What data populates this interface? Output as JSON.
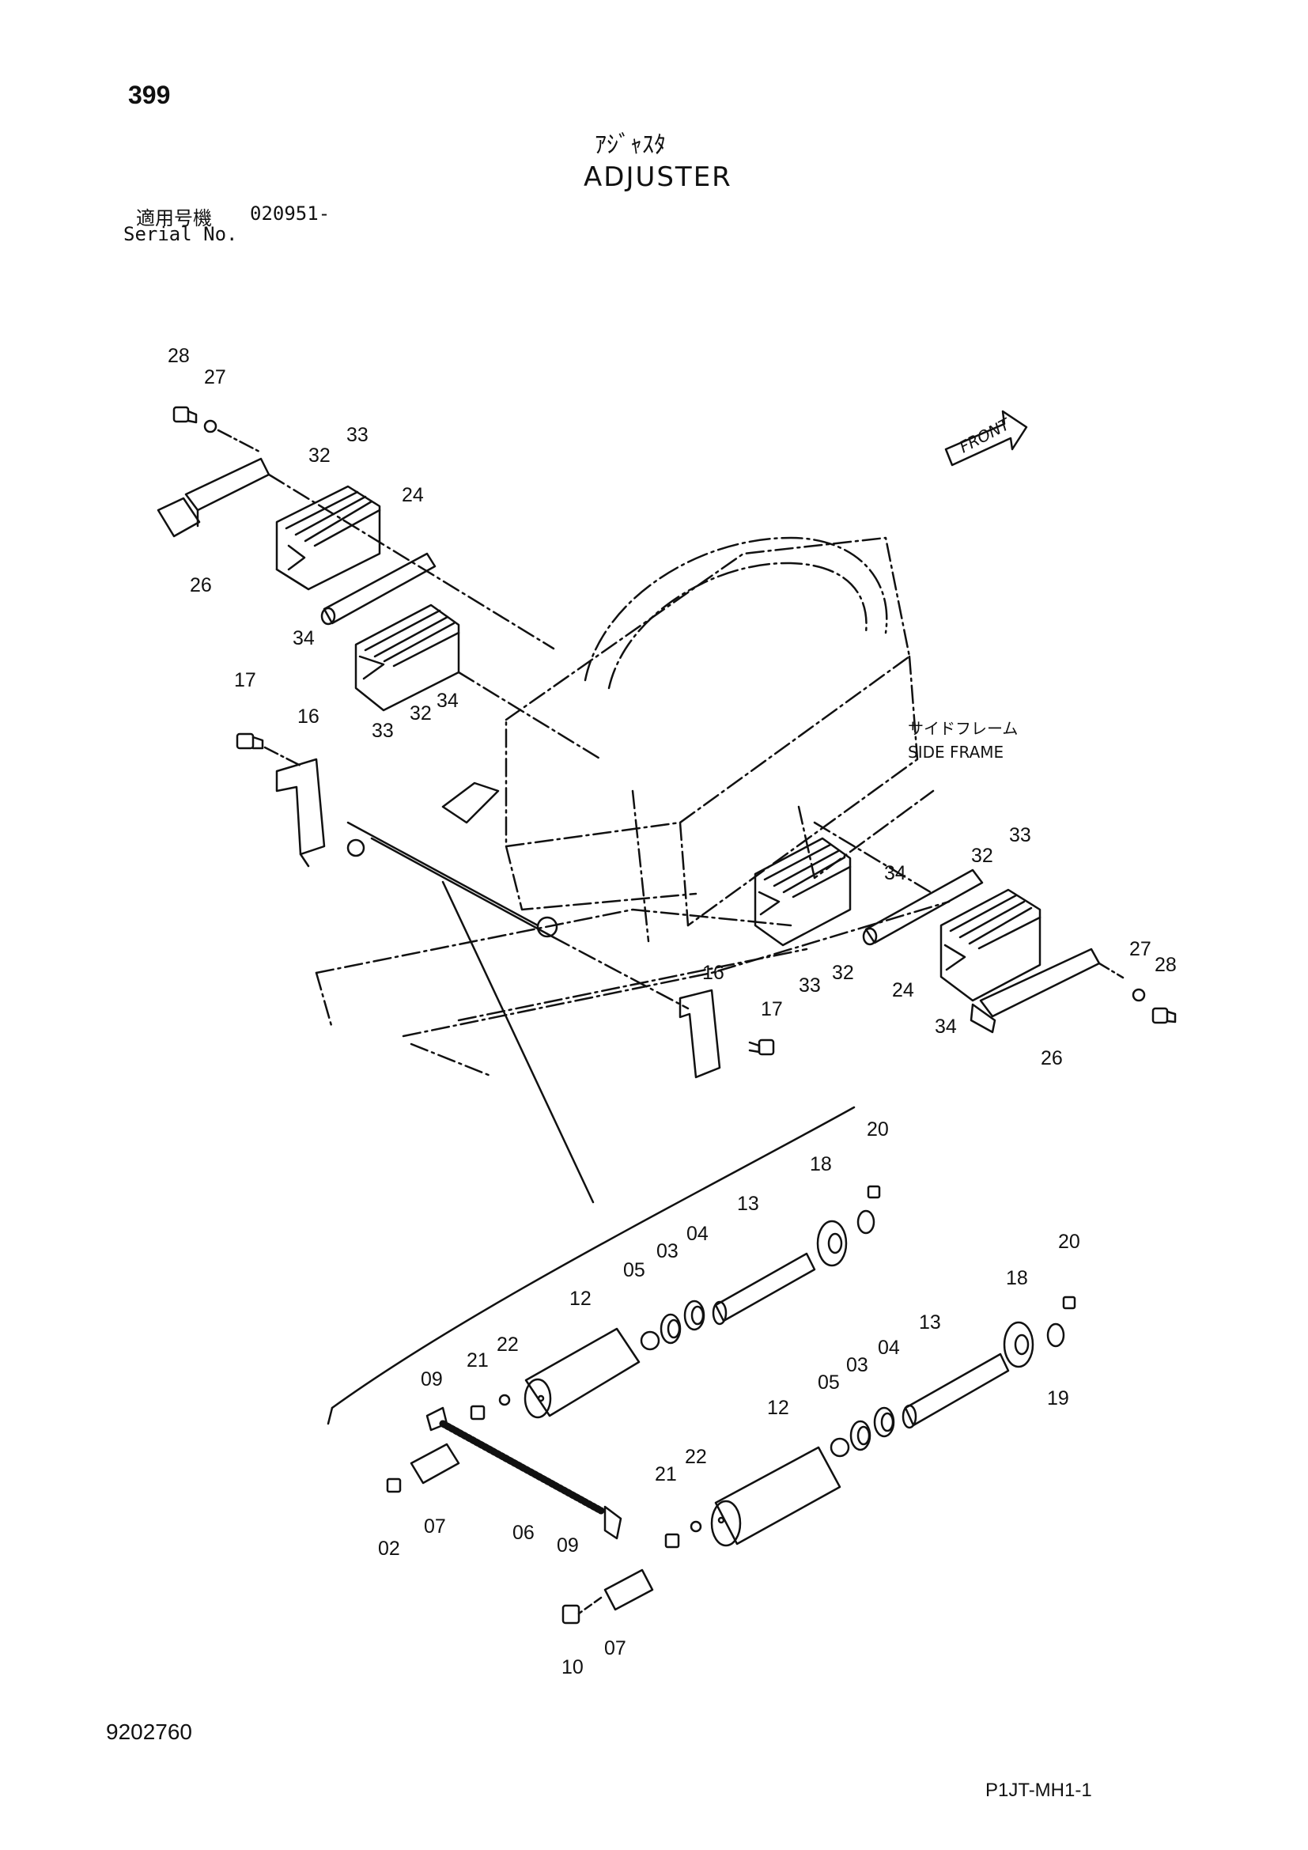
{
  "header": {
    "page_number": "399",
    "title_jp": "ｱｼﾞｬｽﾀ",
    "title_en": "ADJUSTER",
    "serial_label_jp": "適用号機",
    "serial_range": "020951-",
    "serial_label_en": "Serial No."
  },
  "diagram": {
    "front_label": "FRONT",
    "side_frame_jp": "サイドフレーム",
    "side_frame_en": "SIDE FRAME",
    "part_labels": [
      "28",
      "27",
      "33",
      "32",
      "24",
      "26",
      "34",
      "34",
      "32",
      "33",
      "17",
      "16",
      "33",
      "32",
      "34",
      "24",
      "27",
      "28",
      "34",
      "26",
      "16",
      "17",
      "33",
      "32",
      "20",
      "18",
      "13",
      "05",
      "03",
      "04",
      "12",
      "22",
      "21",
      "09",
      "07",
      "02",
      "06",
      "20",
      "18",
      "19",
      "13",
      "05",
      "03",
      "04",
      "12",
      "22",
      "21",
      "09",
      "10",
      "07"
    ]
  },
  "footer": {
    "doc_code": "9202760",
    "sheet_code": "P1JT-MH1-1"
  }
}
